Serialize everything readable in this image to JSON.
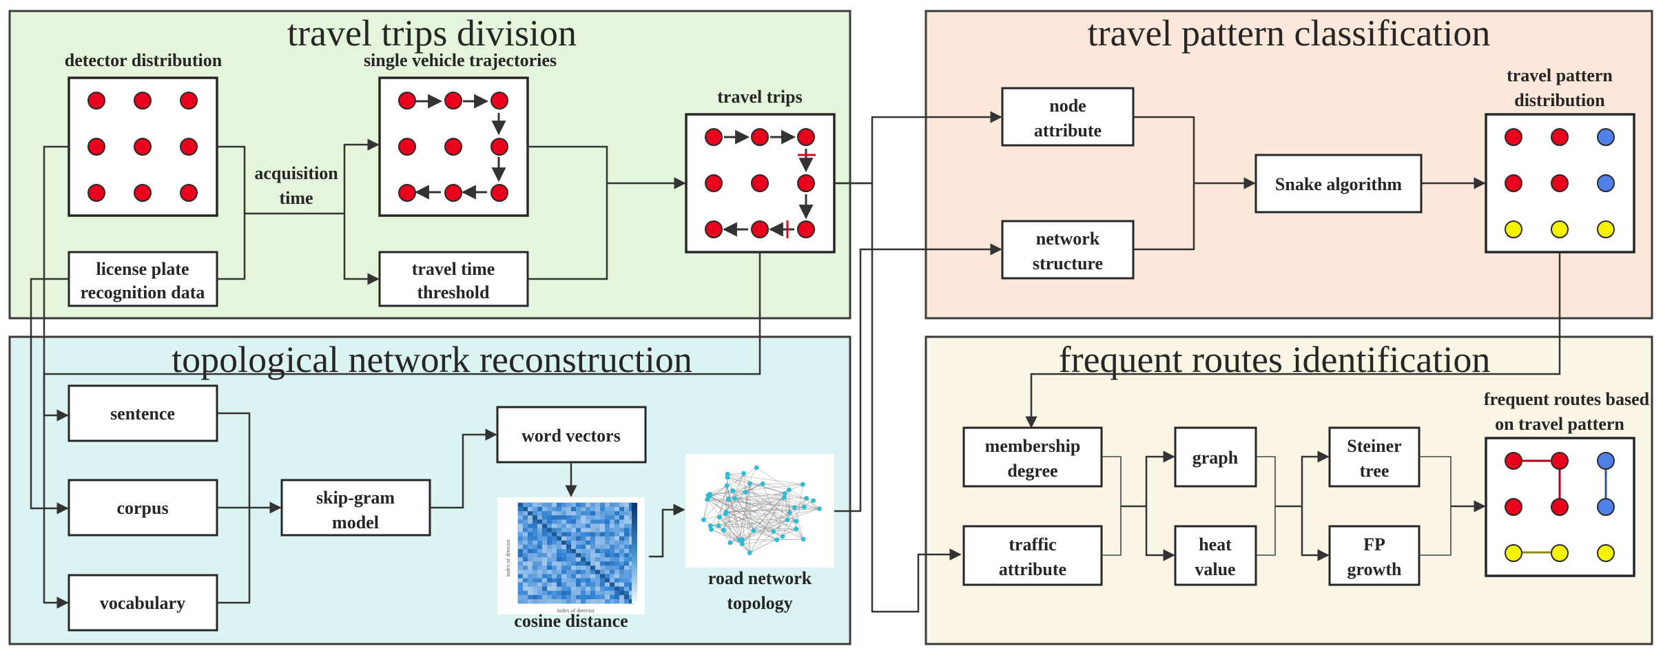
{
  "panels": {
    "trips_division": {
      "title": "travel trips division",
      "bg": "#e5f5dc"
    },
    "pattern_classification": {
      "title": "travel pattern classification",
      "bg": "#fbe8da"
    },
    "topological_reconstruction": {
      "title": "topological network reconstruction",
      "bg": "#dcf3f3"
    },
    "routes_identification": {
      "title": "frequent routes identification",
      "bg": "#fbf5e6"
    }
  },
  "labels": {
    "detector_distribution": "detector distribution",
    "single_vehicle_trajectories": "single vehicle trajectories",
    "acquisition_time_1": "acquisition",
    "acquisition_time_2": "time",
    "license_plate_1": "license plate",
    "license_plate_2": "recognition data",
    "travel_time_threshold_1": "travel time",
    "travel_time_threshold_2": "threshold",
    "travel_trips": "travel trips",
    "node_attribute_1": "node",
    "node_attribute_2": "attribute",
    "network_structure_1": "network",
    "network_structure_2": "structure",
    "snake_algorithm": "Snake algorithm",
    "travel_pattern_distribution_1": "travel pattern",
    "travel_pattern_distribution_2": "distribution",
    "sentence": "sentence",
    "corpus": "corpus",
    "vocabulary": "vocabulary",
    "skip_gram_1": "skip-gram",
    "skip_gram_2": "model",
    "word_vectors": "word vectors",
    "cosine_distance": "cosine distance",
    "road_network_topology_1": "road network",
    "road_network_topology_2": "topology",
    "membership_degree_1": "membership",
    "membership_degree_2": "degree",
    "traffic_attribute_1": "traffic",
    "traffic_attribute_2": "attribute",
    "graph": "graph",
    "heat_value_1": "heat",
    "heat_value_2": "value",
    "steiner_tree_1": "Steiner",
    "steiner_tree_2": "tree",
    "fp_growth_1": "FP",
    "fp_growth_2": "growth",
    "frequent_routes_1": "frequent routes based",
    "frequent_routes_2": "on travel pattern",
    "heatmap_ylabel": "index of detector",
    "heatmap_xlabel": "index of detector"
  },
  "colors": {
    "detector_red": "#e8001c",
    "pattern_blue": "#4f7fe8",
    "pattern_yellow": "#f5f200",
    "topology_node": "#2bbcd6",
    "heatmap_dark": "#0b4f9c"
  },
  "icons": {
    "heatmap": "cosine-distance-heatmap-thumbnail",
    "topology": "road-network-graph-thumbnail"
  }
}
